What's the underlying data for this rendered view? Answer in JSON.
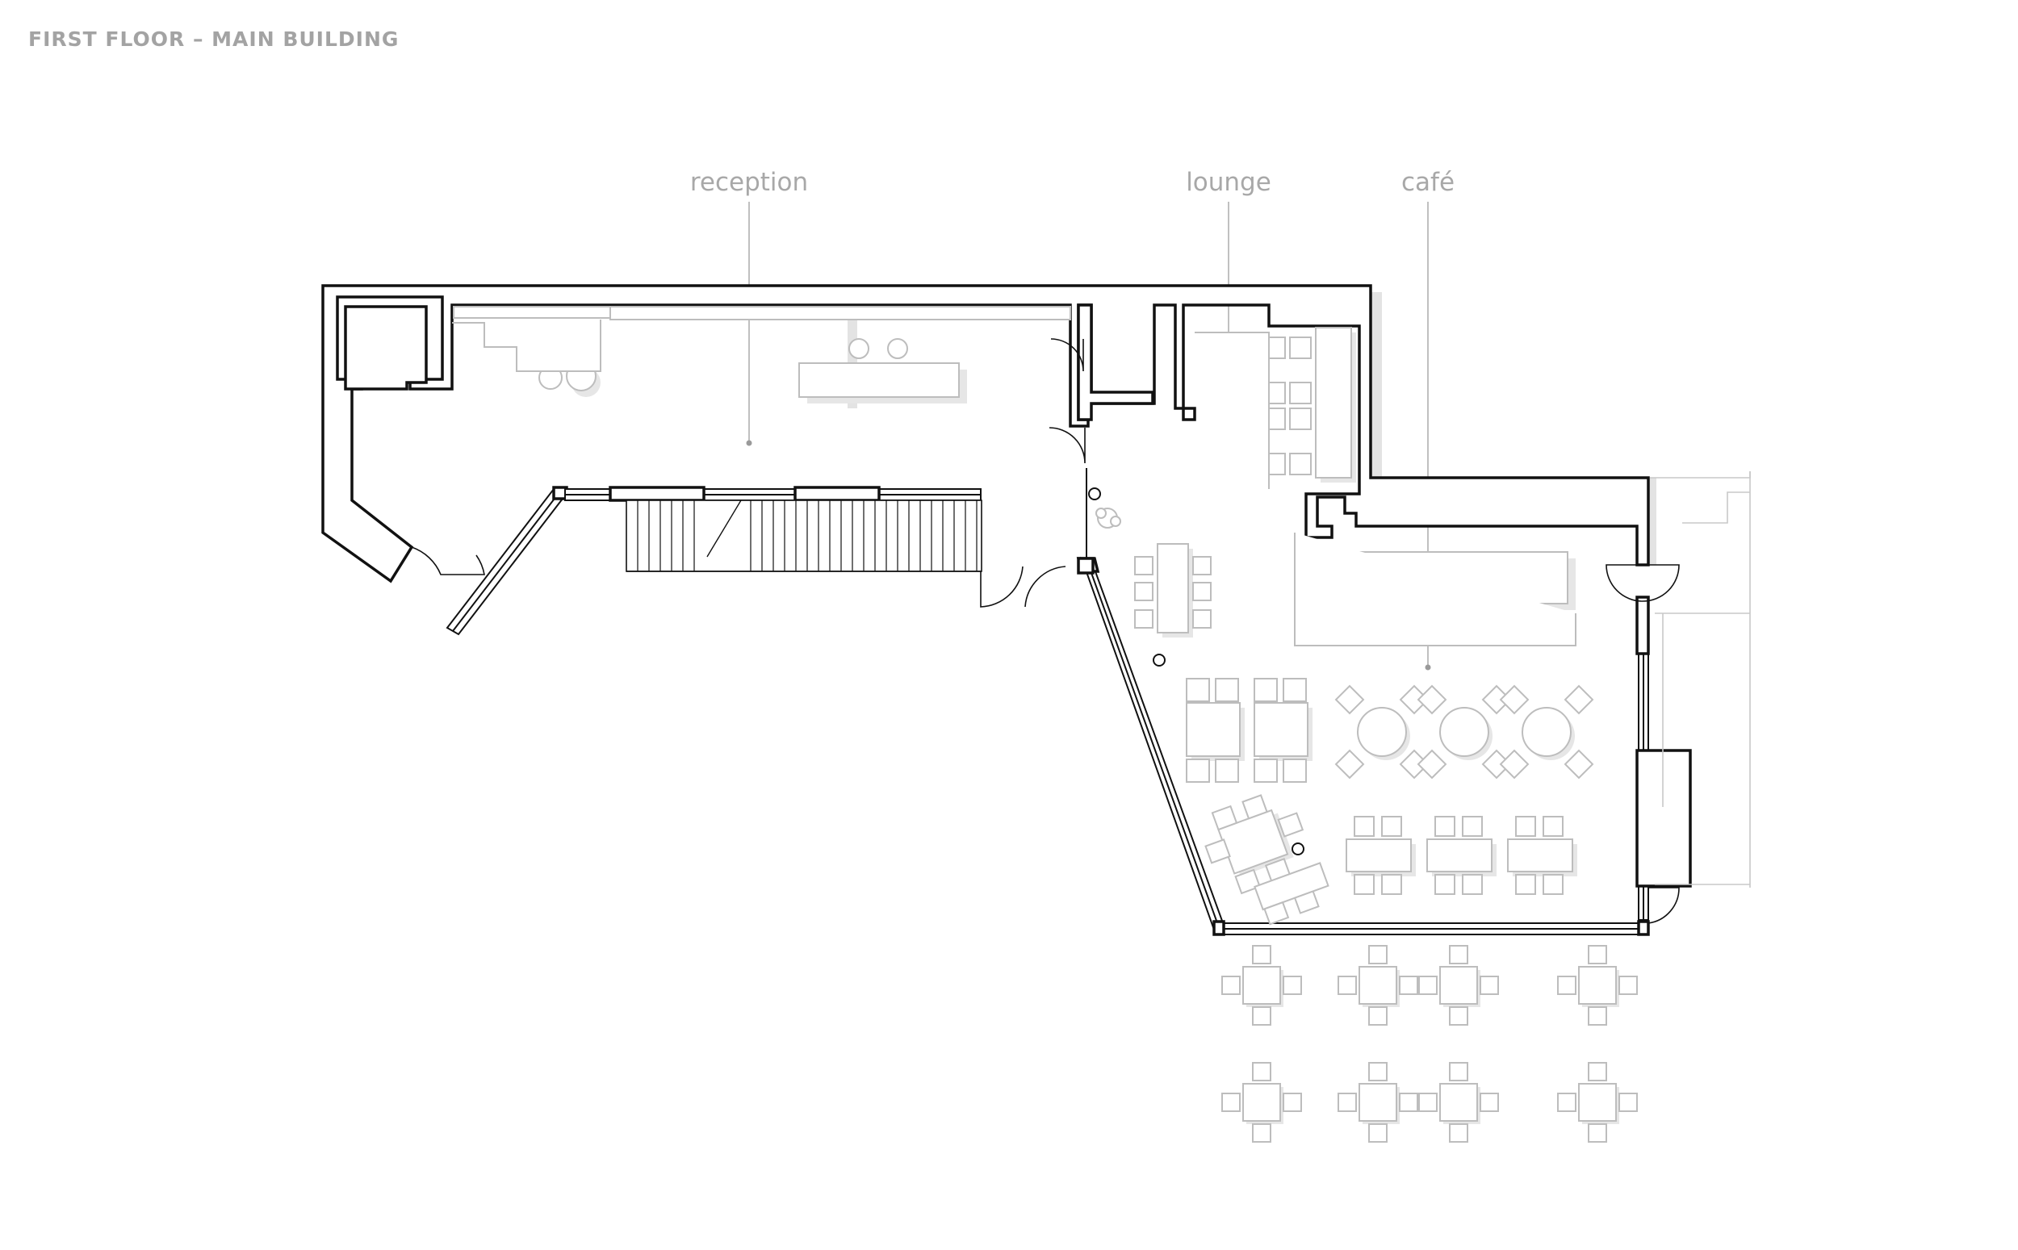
{
  "sheet": {
    "title": "FIRST FLOOR – MAIN BUILDING"
  },
  "rooms": [
    {
      "id": "reception",
      "label": "reception"
    },
    {
      "id": "lounge",
      "label": "lounge"
    },
    {
      "id": "cafe",
      "label": "café"
    }
  ],
  "colors": {
    "background": "#ffffff",
    "wall_line": "#111111",
    "furniture_line": "#bdbdbd",
    "shadow": "#e3e3e3",
    "label_text": "#a8a8a8"
  }
}
